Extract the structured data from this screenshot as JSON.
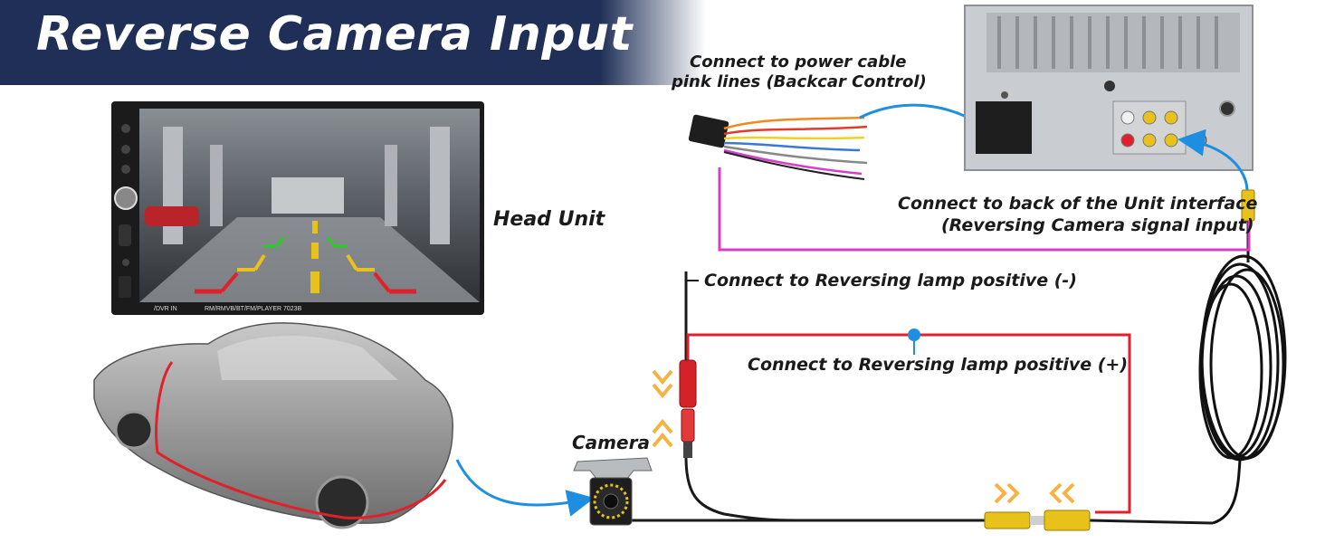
{
  "title": "Reverse Camera Input",
  "labels": {
    "head_unit": "Head Unit",
    "power_cable_line1": "Connect to power cable",
    "power_cable_line2": "pink lines (Backcar Control)",
    "back_unit_line1": "Connect to back of the Unit interface",
    "back_unit_line2": "(Reversing Camera signal input)",
    "lamp_negative": "Connect to Reversing lamp positive (-)",
    "lamp_positive": "Connect to Reversing lamp positive (+)",
    "camera": "Camera"
  },
  "head_unit_panel": {
    "dvr_in": "/DVR IN",
    "model": "RM/RMVB/BT/FM/PLAYER  7023B"
  },
  "colors": {
    "banner": "#1f2f57",
    "wire_pink": "#d63ec9",
    "wire_red": "#e0202a",
    "wire_black": "#1a1a1a",
    "arrow_blue": "#1e8fe0",
    "rca_yellow": "#e8c21a",
    "glow_orange": "#f5a623"
  }
}
